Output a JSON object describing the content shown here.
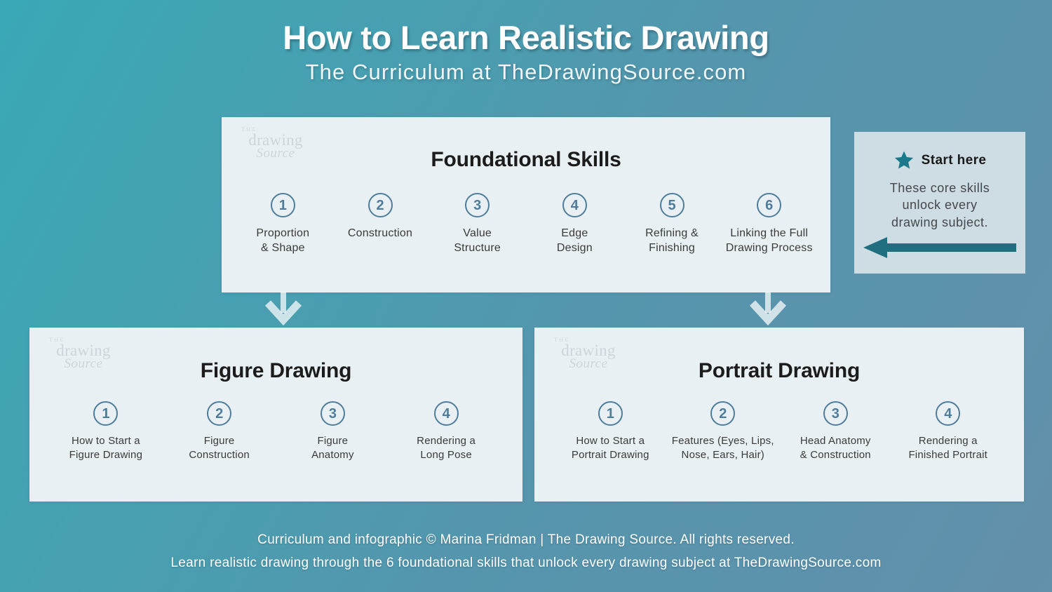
{
  "header": {
    "title": "How to Learn Realistic Drawing",
    "subtitle": "The Curriculum at TheDrawingSource.com"
  },
  "watermark": {
    "the": "THE",
    "drawing": "drawing",
    "source": "Source"
  },
  "colors": {
    "background_start": "#3aa8b6",
    "background_end": "#6390ab",
    "panel_bg": "#e9f0f3",
    "callout_bg": "#cdddE3",
    "accent_circle": "#4e7c9b",
    "accent_teal": "#1f6f80",
    "title_text": "#ffffff"
  },
  "panels": [
    {
      "id": "foundational",
      "title": "Foundational Skills",
      "steps": [
        {
          "number": "1",
          "label": "Proportion\n& Shape"
        },
        {
          "number": "2",
          "label": "Construction"
        },
        {
          "number": "3",
          "label": "Value\nStructure"
        },
        {
          "number": "4",
          "label": "Edge\nDesign"
        },
        {
          "number": "5",
          "label": "Refining &\nFinishing"
        },
        {
          "number": "6",
          "label": "Linking the Full\nDrawing Process"
        }
      ]
    },
    {
      "id": "figure",
      "title": "Figure Drawing",
      "steps": [
        {
          "number": "1",
          "label": "How to Start a\nFigure Drawing"
        },
        {
          "number": "2",
          "label": "Figure\nConstruction"
        },
        {
          "number": "3",
          "label": "Figure\nAnatomy"
        },
        {
          "number": "4",
          "label": "Rendering a\nLong Pose"
        }
      ]
    },
    {
      "id": "portrait",
      "title": "Portrait Drawing",
      "steps": [
        {
          "number": "1",
          "label": "How to Start a\nPortrait Drawing"
        },
        {
          "number": "2",
          "label": "Features (Eyes, Lips,\nNose, Ears, Hair)"
        },
        {
          "number": "3",
          "label": "Head Anatomy\n& Construction"
        },
        {
          "number": "4",
          "label": "Rendering a\nFinished Portrait"
        }
      ]
    }
  ],
  "callout": {
    "star_icon": "star-icon",
    "heading": "Start here",
    "body": "These core skills\nunlock every\ndrawing subject.",
    "arrow_icon": "arrow-left-icon"
  },
  "footer": {
    "line1": "Curriculum and infographic © Marina Fridman | The Drawing Source. All rights reserved.",
    "line2": "Learn realistic drawing through the 6 foundational skills that unlock every drawing subject at TheDrawingSource.com"
  }
}
